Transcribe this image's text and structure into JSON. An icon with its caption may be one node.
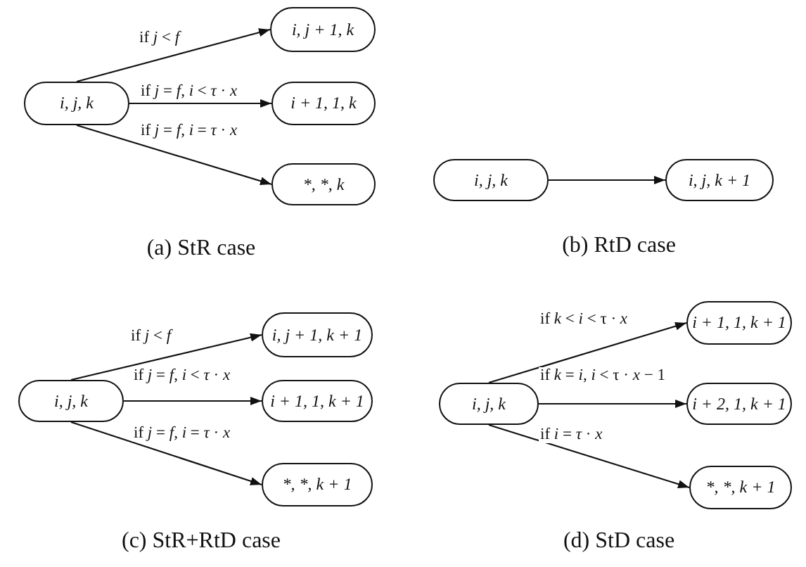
{
  "diagram": {
    "nodes": [
      {
        "text": [
          "i, j, k"
        ]
      },
      {
        "text": [
          "i, j + 1, k"
        ]
      },
      {
        "text": [
          "i + 1, 1, k"
        ]
      },
      {
        "text": [
          "*, *, k"
        ]
      },
      {
        "text": [
          "i, j, k"
        ]
      },
      {
        "text": [
          "i, j, k + 1"
        ]
      },
      {
        "text": [
          "i, j, k"
        ]
      },
      {
        "text": [
          "i, j + 1, k + 1"
        ]
      },
      {
        "text": [
          "i + 1, 1, k + 1"
        ]
      },
      {
        "text": [
          "*, *, k + 1"
        ]
      },
      {
        "text": [
          "i, j, k"
        ]
      },
      {
        "text": [
          "i + 1, 1, k + 1"
        ]
      },
      {
        "text": [
          "i + 2, 1, k + 1"
        ]
      },
      {
        "text": [
          "*, *, k + 1"
        ]
      }
    ],
    "edges": [
      {
        "from": 0,
        "to": 1,
        "arrow": "to",
        "label": "if *j* < *f*"
      },
      {
        "from": 0,
        "to": 2,
        "arrow": "to",
        "label": "if *j* = *f*, *i* < *τ* · *x*"
      },
      {
        "from": 0,
        "to": 3,
        "arrow": "to",
        "label": "if *j* = *f*, *i* = *τ* · *x*"
      },
      {
        "from": 4,
        "to": 5,
        "arrow": "to"
      },
      {
        "from": 6,
        "to": 7,
        "arrow": "to",
        "label": "if *j* < *f*"
      },
      {
        "from": 6,
        "to": 8,
        "arrow": "to",
        "label": "if *j* = *f*, *i* < *τ* · *x*"
      },
      {
        "from": 6,
        "to": 9,
        "arrow": "to",
        "label": "if *j* = *f*, *i* = *τ* · *x*"
      },
      {
        "from": 10,
        "to": 11,
        "arrow": "to",
        "label": "if *k* < *i* < τ · *x*"
      },
      {
        "from": 10,
        "to": 12,
        "arrow": "to",
        "label": "if *k* = *i*, *i* < τ · *x* − 1"
      },
      {
        "from": 10,
        "to": 13,
        "arrow": "to",
        "label": "if *i* = *τ* · *x*"
      }
    ],
    "labels": [
      "(a) StR case",
      "(b) RtD case",
      "(c) StR+RtD case",
      "(d) StD case"
    ]
  }
}
